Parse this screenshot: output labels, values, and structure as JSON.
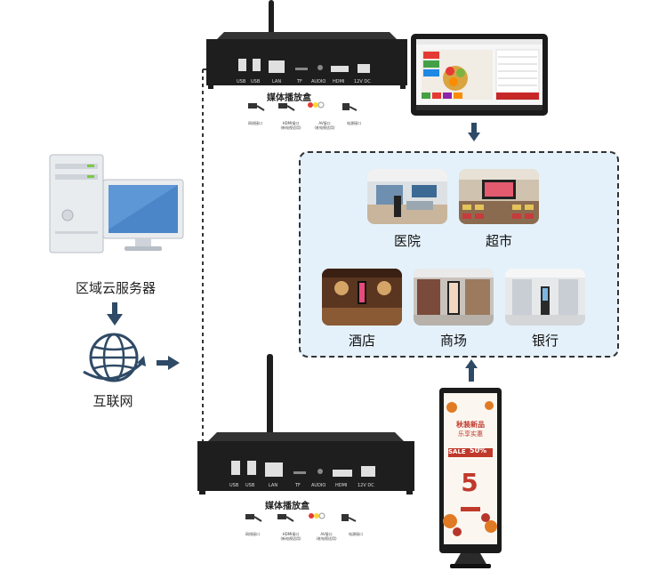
{
  "server": {
    "label": "区域云服务器"
  },
  "internet": {
    "label": "互联网"
  },
  "box_top": {
    "title": "媒体播放盒",
    "ports": [
      "USB",
      "USB",
      "LAN",
      "TF",
      "AUDIO",
      "HDMI",
      "12V DC"
    ],
    "cables": [
      "网线接口",
      "HDMI接口\n(新电视适用)",
      "AV接口\n(老电视适用)",
      "电源接口"
    ]
  },
  "box_bottom": {
    "title": "媒体播放盒",
    "ports": [
      "USB",
      "USB",
      "LAN",
      "TF",
      "AUDIO",
      "HDMI",
      "12V DC"
    ],
    "cables": [
      "网线接口",
      "HDMI接口\n(新电视适用)",
      "AV接口\n(老电视适用)",
      "电源接口"
    ]
  },
  "venues": [
    {
      "label": "医院"
    },
    {
      "label": "超市"
    },
    {
      "label": "酒店"
    },
    {
      "label": "商场"
    },
    {
      "label": "银行"
    }
  ],
  "kiosk": {
    "headline": "秋装新品",
    "subline": "乐享实惠",
    "sale": "SALE",
    "discount": "50%",
    "number": "5"
  },
  "colors": {
    "panel_bg": "#e4f1fa",
    "arrow": "#2f4a66",
    "device": "#1e1e1e"
  }
}
